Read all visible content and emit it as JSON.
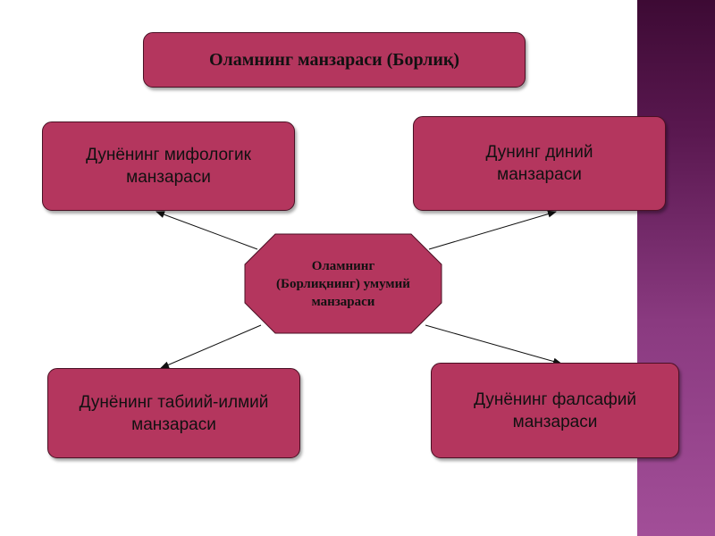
{
  "diagram": {
    "title": "Оламнинг манзараси (Борлиқ)",
    "center": {
      "line1": "Оламнинг",
      "line2": "(Борлиқнинг) умумий",
      "line3": "манзараси"
    },
    "nodes": {
      "mythological": {
        "line1": "Дунёнинг мифологик",
        "line2": "манзараси"
      },
      "religious": {
        "line1": "Дунинг диний",
        "line2": "манзараси"
      },
      "natural_scientific": {
        "line1": "Дунёнинг табиий-илмий",
        "line2": "манзараси"
      },
      "philosophical": {
        "line1": "Дунёнинг фалсафий",
        "line2": "манзараси"
      }
    },
    "colors": {
      "box_fill": "#b4365e",
      "box_border": "#4a1024",
      "arrow": "#111111",
      "side_strip_top": "#3d0a34",
      "side_strip_bottom": "#a24e98"
    }
  }
}
